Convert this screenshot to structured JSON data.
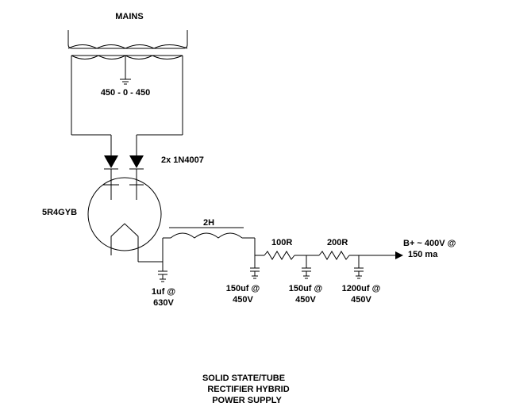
{
  "labels": {
    "mains": "MAINS",
    "secondary": "450 - 0 - 450",
    "diodes": "2x 1N4007",
    "tube": "5R4GYB",
    "choke": "2H",
    "r1": "100R",
    "r2": "200R",
    "c1_line1": "1uf @",
    "c1_line2": "630V",
    "c2_line1": "150uf @",
    "c2_line2": "450V",
    "c3_line1": "150uf @",
    "c3_line2": "450V",
    "c4_line1": "1200uf @",
    "c4_line2": "450V",
    "out_line1": "B+ ~ 400V @",
    "out_line2": "150 ma"
  },
  "title": {
    "line1": "SOLID STATE/TUBE",
    "line2": "RECTIFIER HYBRID",
    "line3": "POWER SUPPLY"
  }
}
